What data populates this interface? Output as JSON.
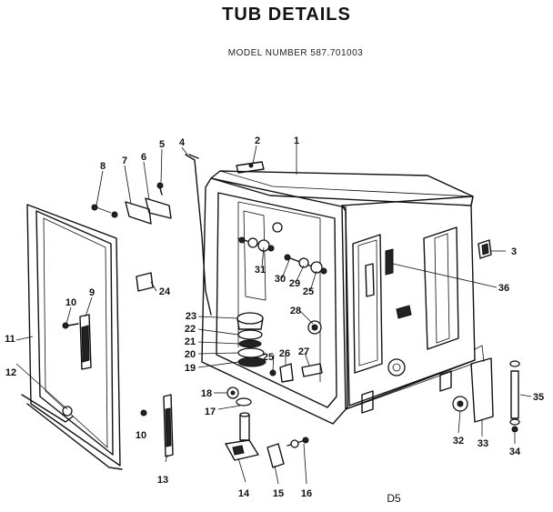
{
  "title": "TUB DETAILS",
  "model_number": "MODEL NUMBER 587.701003",
  "footer_code": "D5",
  "callouts": [
    {
      "label": "1"
    },
    {
      "label": "2"
    },
    {
      "label": "3"
    },
    {
      "label": "4"
    },
    {
      "label": "5"
    },
    {
      "label": "6"
    },
    {
      "label": "7"
    },
    {
      "label": "8"
    },
    {
      "label": "9"
    },
    {
      "label": "10"
    },
    {
      "label": "10"
    },
    {
      "label": "11"
    },
    {
      "label": "12"
    },
    {
      "label": "13"
    },
    {
      "label": "14"
    },
    {
      "label": "15"
    },
    {
      "label": "16"
    },
    {
      "label": "17"
    },
    {
      "label": "18"
    },
    {
      "label": "19"
    },
    {
      "label": "20"
    },
    {
      "label": "21"
    },
    {
      "label": "22"
    },
    {
      "label": "23"
    },
    {
      "label": "24"
    },
    {
      "label": "25"
    },
    {
      "label": "25"
    },
    {
      "label": "26"
    },
    {
      "label": "27"
    },
    {
      "label": "28"
    },
    {
      "label": "29"
    },
    {
      "label": "30"
    },
    {
      "label": "31"
    },
    {
      "label": "32"
    },
    {
      "label": "33"
    },
    {
      "label": "34"
    },
    {
      "label": "35"
    },
    {
      "label": "36"
    }
  ]
}
